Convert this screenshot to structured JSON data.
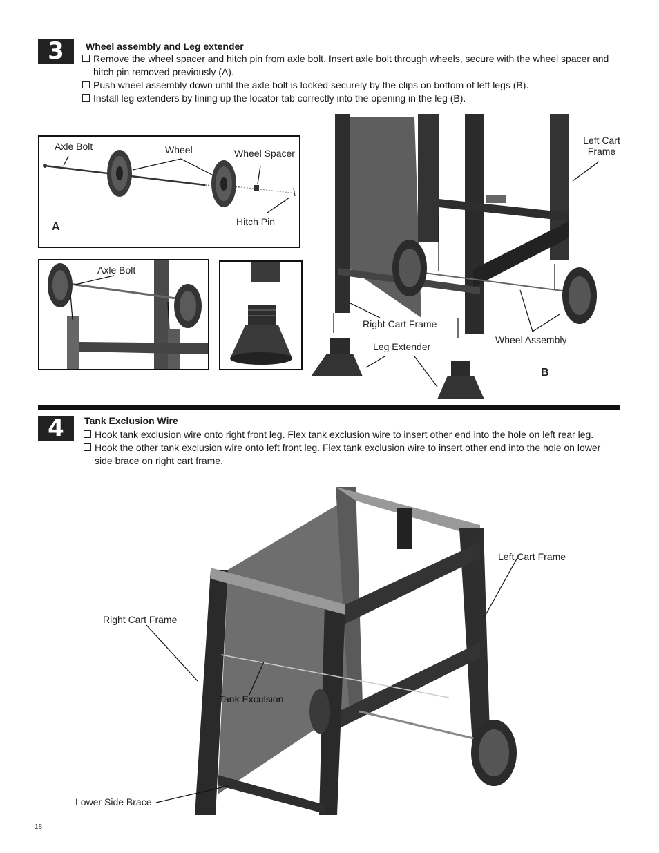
{
  "step3": {
    "number": "3",
    "title": "Wheel assembly and Leg extender",
    "instructions": [
      "Remove the wheel spacer and hitch pin from axle bolt.  Insert axle bolt through wheels, secure with the wheel spacer and",
      "hitch pin removed previously (A).",
      "Push wheel assembly down until the axle bolt is locked securely by the clips on bottom of left legs (B).",
      "Install leg extenders by lining up the locator tab correctly into the opening in the leg (B)."
    ],
    "figA": {
      "axle_bolt": "Axle Bolt",
      "wheel": "Wheel",
      "wheel_spacer": "Wheel Spacer",
      "hitch_pin": "Hitch Pin",
      "letter": "A"
    },
    "detail_axle_bolt": "Axle Bolt",
    "figB": {
      "left_cart_frame_line1": "Left Cart",
      "left_cart_frame_line2": "Frame",
      "right_cart_frame": "Right Cart Frame",
      "leg_extender": "Leg Extender",
      "wheel_assembly": "Wheel Assembly",
      "letter": "B"
    }
  },
  "step4": {
    "number": "4",
    "title": "Tank Exclusion Wire",
    "instructions": [
      "Hook tank exclusion wire onto right front leg. Flex tank exclusion wire to insert other end into the hole on left rear leg.",
      "Hook the other tank exclusion wire onto left front leg. Flex tank exclusion wire to insert other end into the hole on lower",
      "side brace on right cart frame."
    ],
    "labels": {
      "left_cart_frame": "Left Cart Frame",
      "right_cart_frame": "Right Cart Frame",
      "tank_exclusion": "Tank Exculsion",
      "lower_side_brace": "Lower Side Brace"
    }
  },
  "page_number": "18",
  "colors": {
    "ink": "#111111",
    "frame_dark": "#2b2b2b",
    "frame_mid": "#555555",
    "panel": "#6a6a6a"
  }
}
